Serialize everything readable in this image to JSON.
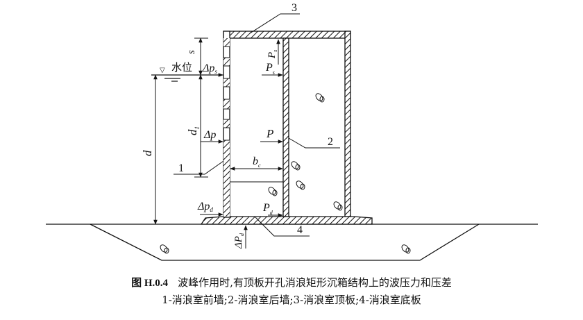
{
  "figure": {
    "number": "图 H.0.4",
    "title": "波峰作用时,有顶板开孔消浪矩形沉箱结构上的波压力和压差",
    "legend_line": "1-消浪室前墙;2-消浪室后墙;3-消浪室顶板;4-消浪室底板"
  },
  "labels": {
    "water_level": "水位",
    "water_symbol": "▽",
    "s": "s",
    "d": "d",
    "d1": "d",
    "d1_sub": "1",
    "delta_ps": "Δp",
    "delta_ps_sub": "s",
    "delta_p": "Δp",
    "delta_pd": "Δp",
    "delta_pd_sub": "d",
    "Ps_vertical": "P",
    "Ps_vertical_sub": "s",
    "Ps": "P",
    "Ps_sub": "s",
    "P": "P",
    "bc": "b",
    "bc_sub": "c",
    "Pd": "P",
    "Pd_sub": "d",
    "delta_Pd": "ΔP",
    "delta_Pd_sub": "d"
  },
  "callouts": [
    "1",
    "2",
    "3",
    "4"
  ],
  "colors": {
    "ink": "#111111",
    "background": "#ffffff"
  }
}
